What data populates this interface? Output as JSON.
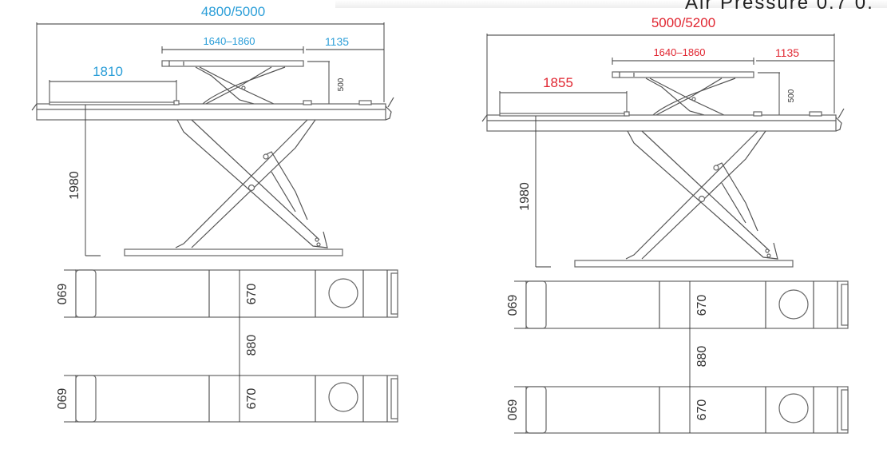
{
  "header_text": "Air Pressure 0.7 0.",
  "colors": {
    "left_accent": "#2b9ed8",
    "right_accent": "#e02530",
    "line": "#555555"
  },
  "left": {
    "overall_length": "4800/5000",
    "upper_platform_length": "1640–1860",
    "upper_offset": "1135",
    "upper_lift": "500",
    "ramp_length": "1810",
    "lift_height": "1980",
    "plan_runway_width": "690",
    "plan_runway_inner": "670",
    "plan_gap": "880",
    "plan_runway_width_2": "690",
    "plan_runway_inner_2": "670"
  },
  "right": {
    "overall_length": "5000/5200",
    "upper_platform_length": "1640–1860",
    "upper_offset": "1135",
    "upper_lift": "500",
    "ramp_length": "1855",
    "lift_height": "1980",
    "plan_runway_width": "690",
    "plan_runway_inner": "670",
    "plan_gap": "880",
    "plan_runway_width_2": "690",
    "plan_runway_inner_2": "670"
  }
}
